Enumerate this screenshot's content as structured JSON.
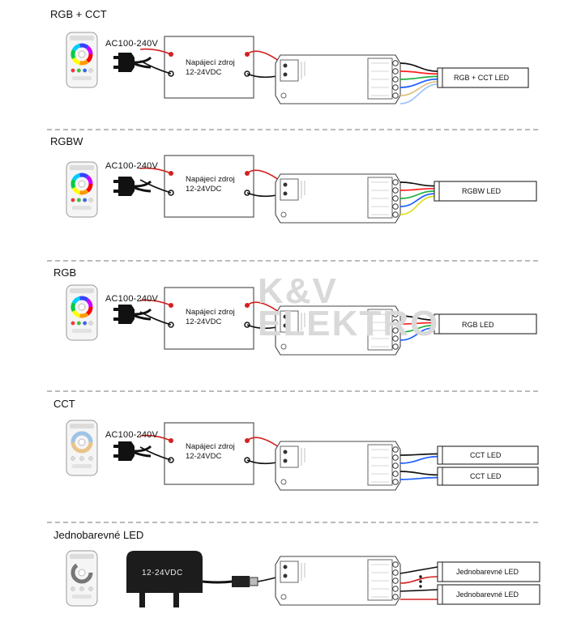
{
  "watermark": {
    "line1": "K&V",
    "line2": "ELEKTRO"
  },
  "sections": [
    {
      "title": "RGB + CCT",
      "ac_label": "AC100-240V",
      "psu_label": "Napájecí zdroj\n12-24VDC",
      "leds": [
        "RGB + CCT LED"
      ]
    },
    {
      "title": "RGBW",
      "ac_label": "AC100-240V",
      "psu_label": "Napájecí zdroj\n12-24VDC",
      "leds": [
        "RGBW LED"
      ]
    },
    {
      "title": "RGB",
      "ac_label": "AC100-240V",
      "psu_label": "Napájecí zdroj\n12-24VDC",
      "leds": [
        "RGB LED"
      ]
    },
    {
      "title": "CCT",
      "ac_label": "AC100-240V",
      "psu_label": "Napájecí zdroj\n12-24VDC",
      "leds": [
        "CCT LED",
        "CCT LED"
      ]
    },
    {
      "title": "Jednobarevné LED",
      "adapter_label": "12-24VDC",
      "leds": [
        "Jednobarevné LED",
        "Jednobarevné LED"
      ]
    }
  ],
  "colors": {
    "wire_red": "#d42020",
    "wire_black": "#111111",
    "divider": "#777777",
    "adapter": "#1c1c1c"
  }
}
